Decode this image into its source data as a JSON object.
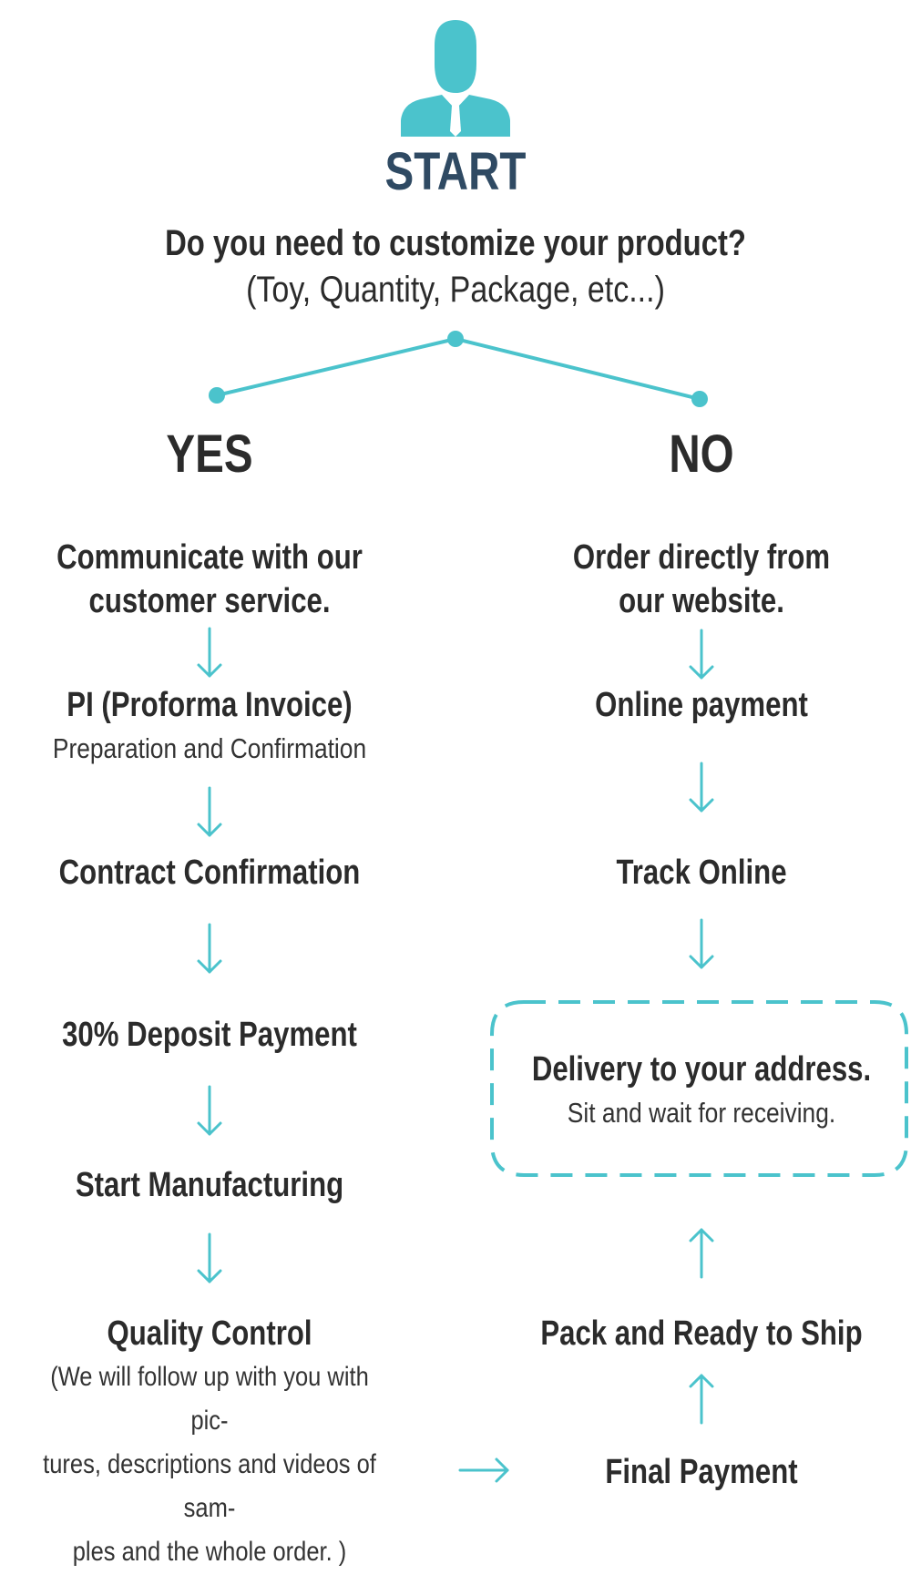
{
  "header": {
    "start_label": "START",
    "question": "Do you need to customize your product?",
    "question_sub": "(Toy, Quantity, Package, etc...)"
  },
  "branches": {
    "yes_label": "YES",
    "no_label": "NO"
  },
  "yes_steps": {
    "communicate": {
      "title_line1": "Communicate with our",
      "title_line2": "customer service."
    },
    "pi": {
      "title": "PI (Proforma Invoice)",
      "sub": "Preparation and Confirmation"
    },
    "contract": {
      "title": "Contract Confirmation"
    },
    "deposit": {
      "title": "30% Deposit Payment"
    },
    "manufacturing": {
      "title": "Start Manufacturing"
    },
    "quality": {
      "title": "Quality Control",
      "sub_line1": "(We will follow up with you with pic-",
      "sub_line2": "tures, descriptions and videos of sam-",
      "sub_line3": "ples and the whole order. )"
    }
  },
  "no_steps": {
    "order": {
      "title_line1": "Order directly from",
      "title_line2": "our website."
    },
    "online_payment": {
      "title": "Online payment"
    },
    "track": {
      "title": "Track Online"
    },
    "delivery": {
      "title": "Delivery to your address.",
      "sub": "Sit and wait for receiving."
    },
    "pack": {
      "title": "Pack and Ready to Ship"
    },
    "final_payment": {
      "title": "Final Payment"
    }
  },
  "colors": {
    "accent": "#4bc3cc",
    "start_text": "#2f4a63",
    "tie": "#ffffff"
  },
  "icons": {
    "person": "person-icon"
  }
}
